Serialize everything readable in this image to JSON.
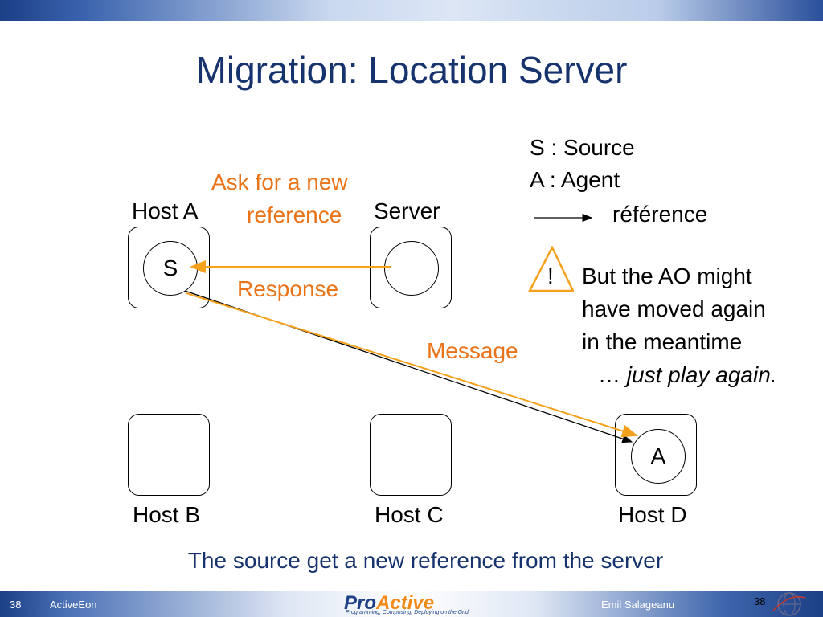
{
  "slide": {
    "title": "Migration: Location Server",
    "caption": "The source get a new reference from the server"
  },
  "legend": {
    "line1": "S : Source",
    "line2": "A : Agent",
    "arrow_label": "référence"
  },
  "hosts": {
    "host_a": "Host A",
    "server": "Server",
    "host_b": "Host B",
    "host_c": "Host C",
    "host_d": "Host D"
  },
  "nodes": {
    "source": "S",
    "agent": "A"
  },
  "annotations": {
    "ask_line1": "Ask for a new",
    "ask_line2": "reference",
    "response": "Response",
    "message": "Message"
  },
  "warning": {
    "symbol": "!",
    "line1": "But the AO might",
    "line2": "have moved again",
    "line3": "in the meantime",
    "ellipsis": "…",
    "italic": "just play again."
  },
  "footer": {
    "slide_number_left": "38",
    "company": "ActiveEon",
    "logo_part1": "Pro",
    "logo_part2": "Active",
    "tagline": "Programming, Composing, Deploying on the Grid",
    "author": "Emil Salageanu",
    "slide_number_right": "38"
  },
  "colors": {
    "title": "#17336e",
    "accent_orange": "#ea7318",
    "arrow_orange": "#f5a11c"
  }
}
